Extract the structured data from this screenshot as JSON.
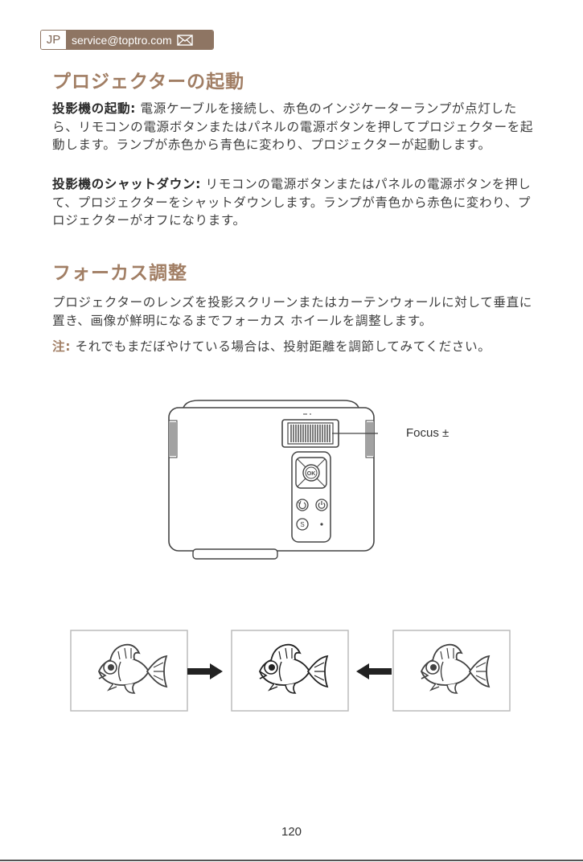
{
  "header": {
    "lang": "JP",
    "email": "service@toptro.com"
  },
  "section1": {
    "heading": "プロジェクターの起動",
    "para1_lead": "投影機の起動:",
    "para1_body": " 電源ケーブルを接続し、赤色のインジケーターランプが点灯したら、リモコンの電源ボタンまたはパネルの電源ボタンを押してプロジェクターを起動します。ランプが赤色から青色に変わり、プロジェクターが起動します。",
    "para2_lead": "投影機のシャットダウン:",
    "para2_body": " リモコンの電源ボタンまたはパネルの電源ボタンを押して、プロジェクターをシャットダウンします。ランプが青色から赤色に変わり、プロジェクターがオフになります。"
  },
  "section2": {
    "heading": "フォーカス調整",
    "para1": "プロジェクターのレンズを投影スクリーンまたはカーテンウォールに対して垂直に置き、画像が鮮明になるまでフォーカス ホイールを調整します。",
    "note_lead": "注:",
    "note_body": " それでもまだぼやけている場合は、投射距離を調節してみてください。"
  },
  "diagram": {
    "focus_label": "Focus ±",
    "ok_label": "OK",
    "s_label": "S"
  },
  "page_number": "120",
  "colors": {
    "accent": "#a17e64",
    "badge": "#8e7563",
    "text": "#3f3f3f"
  }
}
